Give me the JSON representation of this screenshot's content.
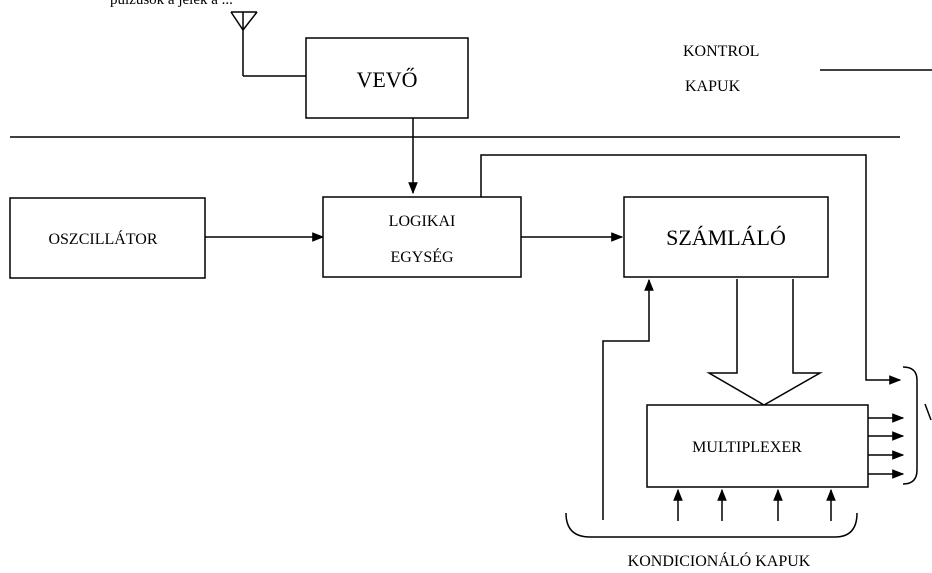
{
  "top_text": "pulzusok a jelek a ...",
  "blocks": {
    "vevo": "VEVŐ",
    "oszcillator": "OSZCILLÁTOR",
    "logikai_line1": "LOGIKAI",
    "logikai_line2": "EGYSÉG",
    "szamlalo": "SZÁMLÁLÓ",
    "multiplexer": "MULTIPLEXER"
  },
  "labels": {
    "kontrol": "KONTROL",
    "kapuk": "KAPUK",
    "kondicionalo": "KONDICIONÁLÓ KAPUK"
  },
  "colors": {
    "stroke": "#000000",
    "background": "#ffffff"
  }
}
